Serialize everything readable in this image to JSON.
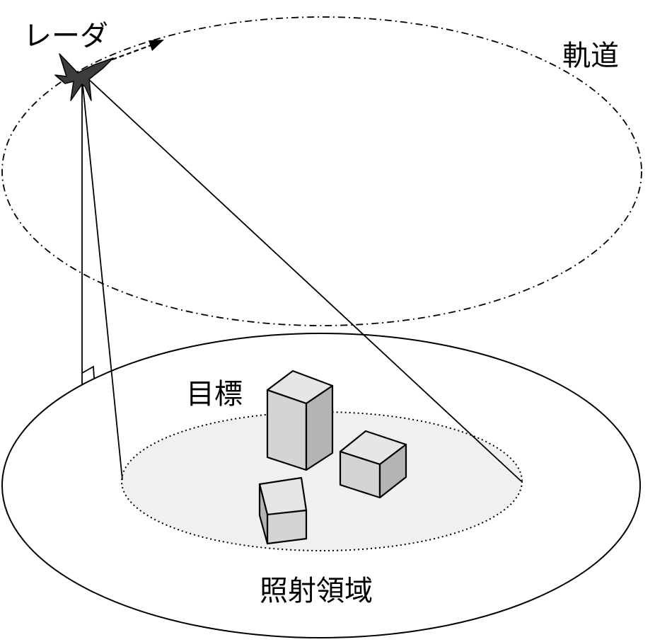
{
  "labels": {
    "radar": "レーダ",
    "orbit": "軌道",
    "target": "目標",
    "illumination_area": "照射領域"
  },
  "colors": {
    "stroke": "#000000",
    "illuminated_fill": "#f0f0f0",
    "box_top": "#e6e6e6",
    "box_front": "#d4d4d4",
    "box_side": "#b4b4b4",
    "aircraft": "#3c3c3c"
  },
  "icons": {
    "radar_platform": "aircraft-icon"
  }
}
